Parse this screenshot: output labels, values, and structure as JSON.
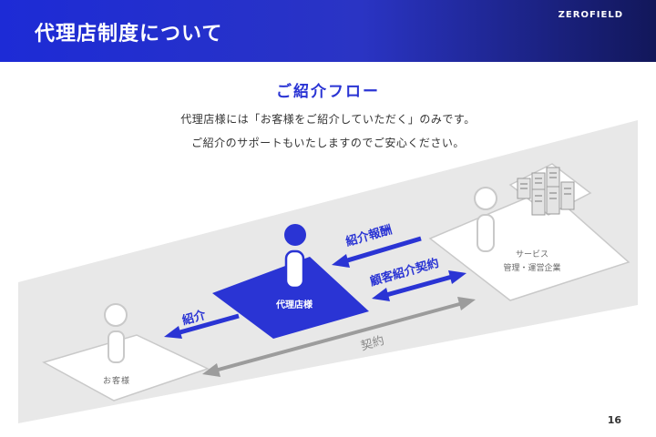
{
  "header": {
    "title": "代理店制度について",
    "brand": "ZEROFIELD"
  },
  "section_title": "ご紹介フロー",
  "description": [
    "代理店様には「お客様をご紹介していただく」のみです。",
    "ご紹介のサポートもいたしますのでご安心ください。"
  ],
  "diagram": {
    "customer_label": "お客様",
    "agency_label": "代理店様",
    "provider_label_line1": "サービス",
    "provider_label_line2": "管理・運営企業",
    "arrow_referral": "紹介",
    "arrow_fee": "紹介報酬",
    "arrow_customer_contract": "顧客紹介契約",
    "arrow_contract": "契約"
  },
  "page_number": "16",
  "colors": {
    "brand_blue": "#2a34d4",
    "background_band": "#e8e8e8"
  }
}
